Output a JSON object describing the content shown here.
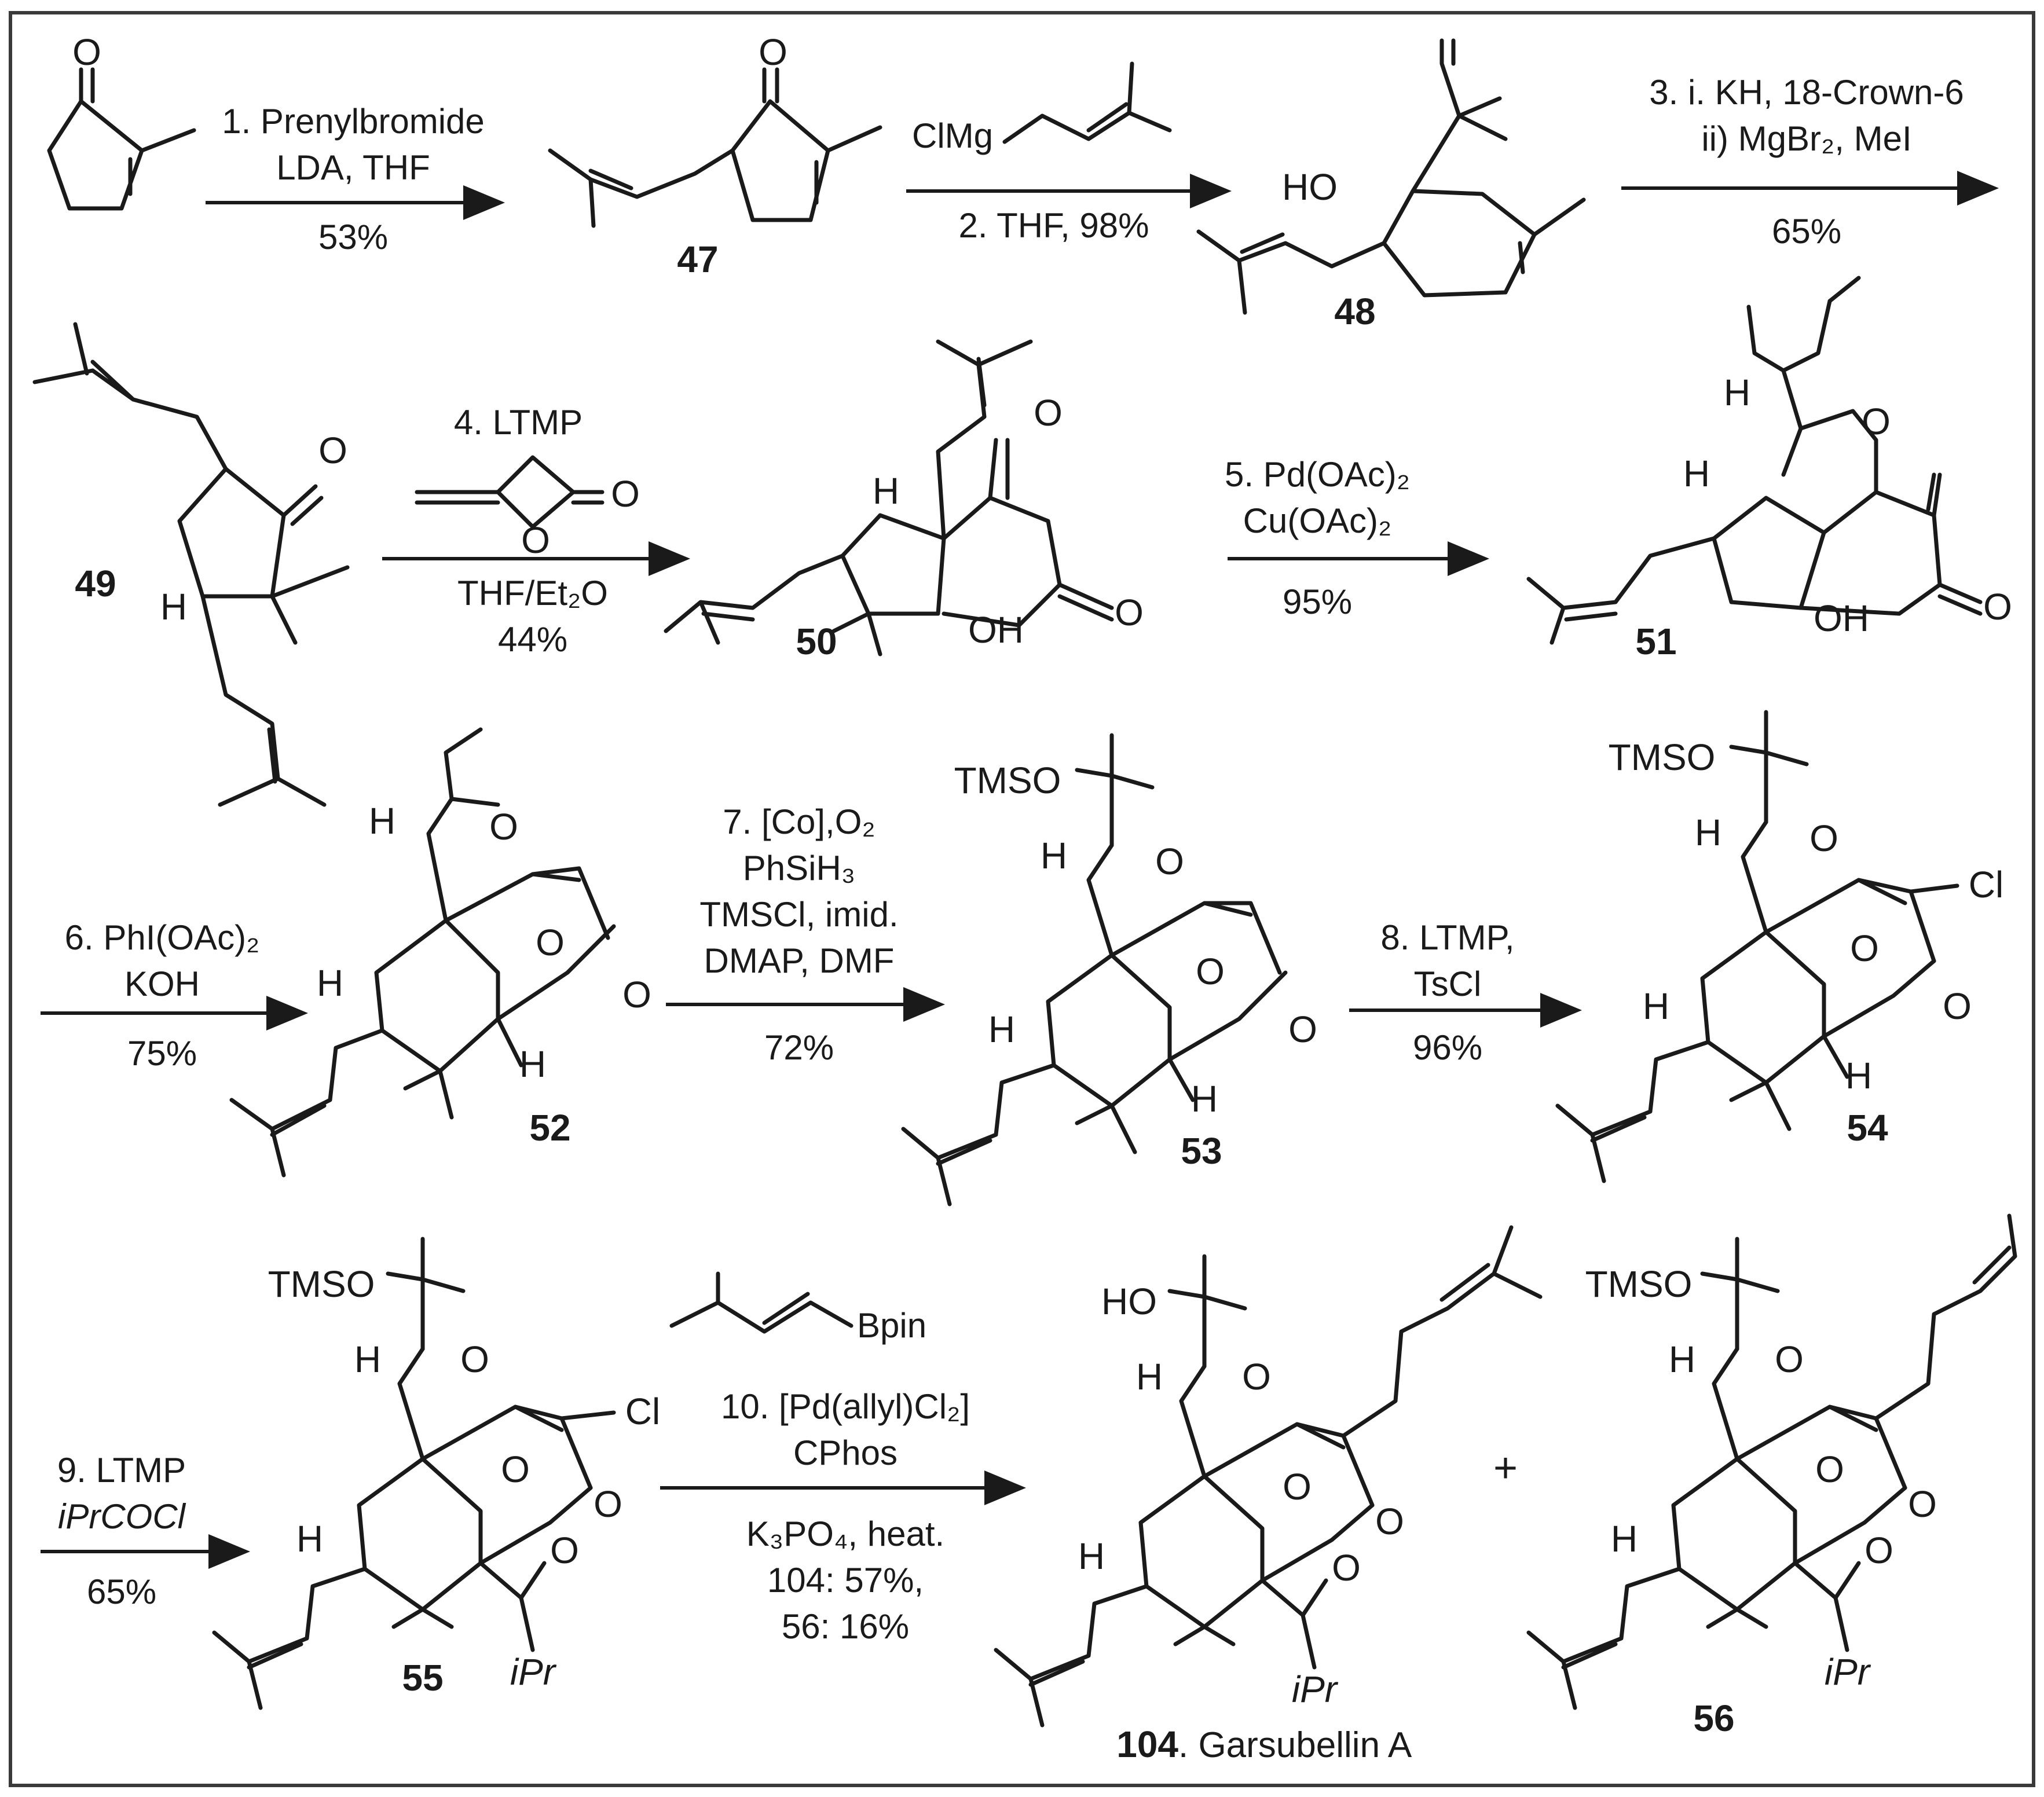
{
  "steps": [
    {
      "lines": [
        "1. Prenylbromide",
        "LDA, THF"
      ],
      "below": [
        "53%"
      ]
    },
    {
      "lines": [
        "ClMg"
      ],
      "below": [
        "2. THF, 98%"
      ]
    },
    {
      "lines": [
        "3. i. KH, 18-Crown-6",
        "ii) MgBr₂, MeI"
      ],
      "below": [
        "65%"
      ]
    },
    {
      "lines": [
        "4. LTMP"
      ],
      "below": [
        "THF/Et₂O",
        "44%"
      ]
    },
    {
      "lines": [
        "5. Pd(OAc)₂",
        "Cu(OAc)₂"
      ],
      "below": [
        "95%"
      ]
    },
    {
      "lines": [
        "6. PhI(OAc)₂",
        "KOH"
      ],
      "below": [
        "75%"
      ]
    },
    {
      "lines": [
        "7. [Co],O₂",
        "PhSiH₃",
        "TMSCl, imid.",
        "DMAP, DMF"
      ],
      "below": [
        "72%"
      ]
    },
    {
      "lines": [
        "8. LTMP,",
        "TsCl"
      ],
      "below": [
        "96%"
      ]
    },
    {
      "lines": [
        "9. LTMP",
        "iPrCOCl"
      ],
      "below": [
        "65%"
      ]
    },
    {
      "lines": [
        "Bpin",
        "10. [Pd(allyl)Cl₂]",
        "CPhos"
      ],
      "below": [
        "K₃PO₄, heat.",
        "104: 57%,",
        "56: 16%"
      ]
    }
  ],
  "compounds": {
    "c47": "47",
    "c48": "48",
    "c49": "49",
    "c50": "50",
    "c51": "51",
    "c52": "52",
    "c53": "53",
    "c54": "54",
    "c55": "55",
    "c56": "56",
    "c104": "104",
    "c104_name": ". Garsubellin A"
  },
  "plus": "+",
  "atoms": {
    "O": "O",
    "HO": "HO",
    "OH": "OH",
    "H": "H",
    "Cl": "Cl",
    "TMSO": "TMSO",
    "iPr": "iPr",
    "Bpin": "Bpin"
  }
}
